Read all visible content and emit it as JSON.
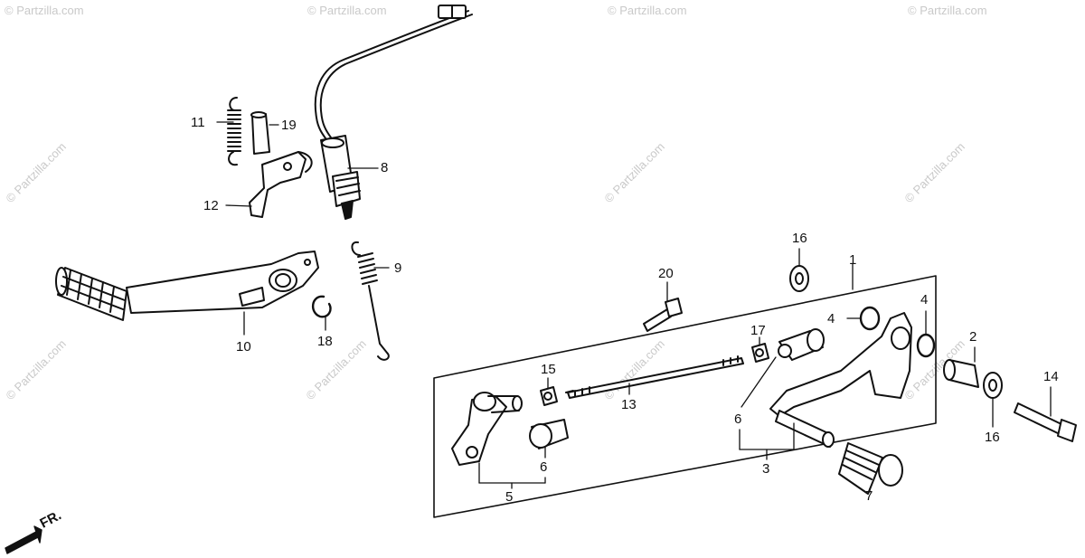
{
  "diagram": {
    "parts": [
      {
        "id": "p1",
        "label": "1"
      },
      {
        "id": "p2",
        "label": "2"
      },
      {
        "id": "p3",
        "label": "3"
      },
      {
        "id": "p4a",
        "label": "4"
      },
      {
        "id": "p4b",
        "label": "4"
      },
      {
        "id": "p5",
        "label": "5"
      },
      {
        "id": "p6a",
        "label": "6"
      },
      {
        "id": "p6b",
        "label": "6"
      },
      {
        "id": "p7",
        "label": "7"
      },
      {
        "id": "p8",
        "label": "8"
      },
      {
        "id": "p9",
        "label": "9"
      },
      {
        "id": "p10",
        "label": "10"
      },
      {
        "id": "p11",
        "label": "11"
      },
      {
        "id": "p12",
        "label": "12"
      },
      {
        "id": "p13",
        "label": "13"
      },
      {
        "id": "p14",
        "label": "14"
      },
      {
        "id": "p15",
        "label": "15"
      },
      {
        "id": "p16a",
        "label": "16"
      },
      {
        "id": "p16b",
        "label": "16"
      },
      {
        "id": "p17",
        "label": "17"
      },
      {
        "id": "p18",
        "label": "18"
      },
      {
        "id": "p19",
        "label": "19"
      },
      {
        "id": "p20",
        "label": "20"
      }
    ],
    "direction_label": "FR.",
    "watermark": "© Partzilla.com"
  }
}
